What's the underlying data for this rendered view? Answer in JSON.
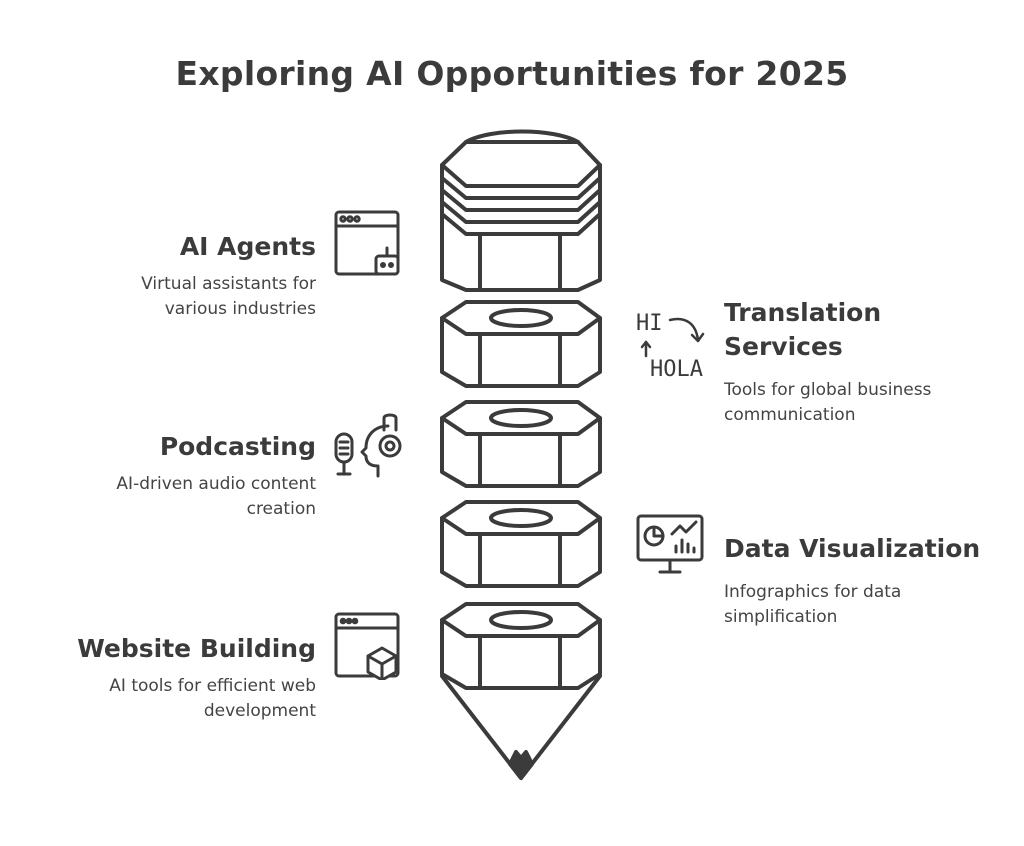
{
  "title": "Exploring AI Opportunities for 2025",
  "items": [
    {
      "heading": "AI Agents",
      "description_lines": [
        "Virtual assistants for",
        "various industries"
      ],
      "icon": "browser-bot-icon"
    },
    {
      "heading": "Translation Services",
      "heading_lines": [
        "Translation",
        "Services"
      ],
      "description_lines": [
        "Tools for global business",
        "communication"
      ],
      "icon": "translation-icon",
      "icon_text": {
        "top": "HI",
        "bottom": "HOLA"
      }
    },
    {
      "heading": "Podcasting",
      "description_lines": [
        "AI-driven audio content",
        "creation"
      ],
      "icon": "microphone-head-icon"
    },
    {
      "heading": "Data Visualization",
      "description_lines": [
        "Infographics for data",
        "simplification"
      ],
      "icon": "monitor-chart-icon"
    },
    {
      "heading": "Website Building",
      "description_lines": [
        "AI tools for efficient web",
        "development"
      ],
      "icon": "browser-box-icon"
    }
  ],
  "colors": {
    "stroke": "#3b3b3b",
    "text": "#3c3c3c",
    "background": "#ffffff"
  }
}
